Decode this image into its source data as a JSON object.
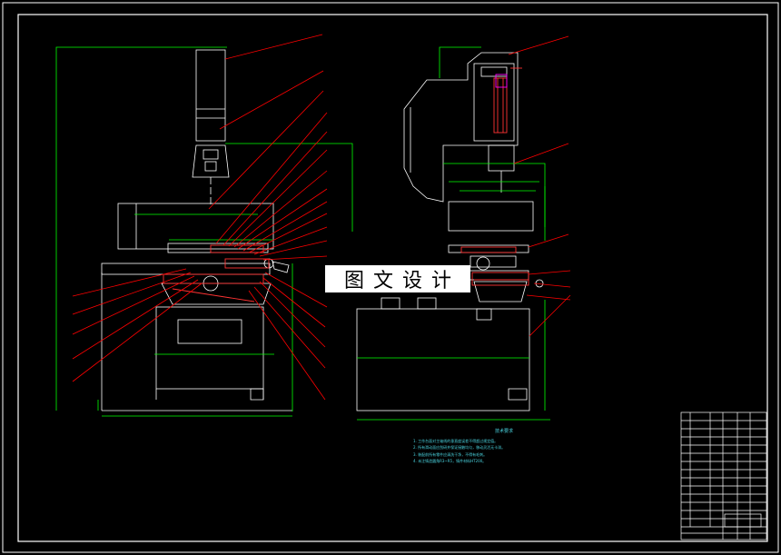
{
  "watermark": {
    "text": "图文设计"
  },
  "tech_notes": {
    "title": "技术要求",
    "items": [
      "1. 工作台面对主轴线的垂直度误差不得超过规定值。",
      "2. 所有滑动面应刮研并保证接触均匀，移动灵活无卡滞。",
      "3. 装配前所有零件应清洗干净，不得有毛刺。",
      "4. 未注铸造圆角R3~R5，铸件材料HT200。"
    ]
  },
  "colors": {
    "background": "#000000",
    "outline": "#ffffff",
    "dimension": "#00ff00",
    "leader": "#ff0000",
    "part": "#ff3333",
    "magenta": "#ff00ff",
    "notes": "#4ad4e0",
    "watermark_bg": "#ffffff"
  }
}
